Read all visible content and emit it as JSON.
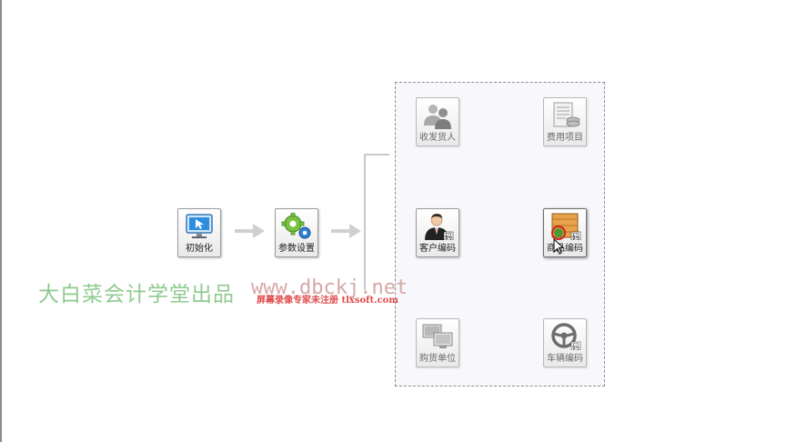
{
  "flow": {
    "init_label": "初始化",
    "params_label": "参数设置"
  },
  "group": {
    "shipper_label": "收发货人",
    "expense_label": "费用项目",
    "customer_label": "客户编码",
    "goods_label": "商品编码",
    "supplier_label": "购货单位",
    "vehicle_label": "车辆编码"
  },
  "watermark": {
    "brand": "大白菜会计学堂出品",
    "url": "www.dbckj.net",
    "recorder_notice": "屏幕录像专家未注册 tlxsoft.com"
  },
  "colors": {
    "group_border": "#8e8e8e",
    "watermark_green": "#8fca8f",
    "watermark_red": "#e04a4a"
  }
}
